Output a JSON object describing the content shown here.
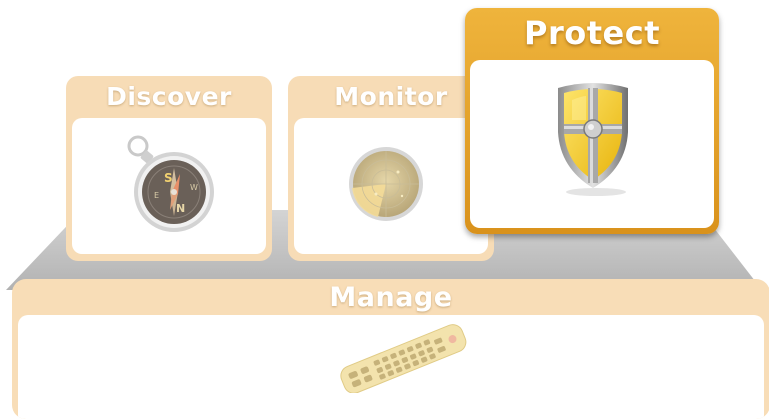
{
  "stages": {
    "discover": {
      "label": "Discover",
      "icon": "compass-icon"
    },
    "monitor": {
      "label": "Monitor",
      "icon": "radar-icon"
    },
    "protect": {
      "label": "Protect",
      "icon": "shield-icon"
    },
    "manage": {
      "label": "Manage",
      "icon": "remote-control-icon"
    }
  },
  "compass_letters": {
    "south": "S",
    "north": "N",
    "east": "E",
    "west": "W"
  },
  "colors": {
    "active_header": "#e8a62e",
    "faded_header": "#f7dcb6",
    "platform_gray": "#b9b9b9",
    "shield_yellow": "#f5cc1a"
  }
}
